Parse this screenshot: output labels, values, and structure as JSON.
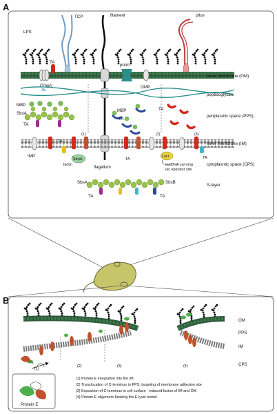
{
  "panel_a": {
    "letter": "A",
    "labels": {
      "lps": "LPS",
      "tcp": "TCP",
      "filament": "filament",
      "pilus": "pilus",
      "porin": "porin",
      "ompa": "OmpA",
      "omp": "OMP",
      "ta_om": "TA",
      "mbp_left": "MBP",
      "sbsa_left": "SbsA",
      "ta_left": "TA",
      "mbp_mid": "MBP",
      "ta_mid": "TA",
      "ta_right": "TA",
      "imp": "IMP",
      "ta_im1": "TA",
      "ta_im2": "TA",
      "ta_im3": "TA",
      "ta_im4": "TA",
      "biotin": "biotin",
      "strpa": "StrpA",
      "flagellum": "flagellum",
      "laci": "LacI",
      "cccdna": "cccDNA carrying",
      "lac_site": "lac operator site",
      "num1": "(1)",
      "num2": "(2)",
      "num3": "(3)",
      "sbsa_bottom": "SbsA",
      "sbsb_bottom": "SbsB",
      "ta_bl": "TA",
      "ta_br": "TA"
    },
    "layers": [
      "outer membrane (OM)",
      "peptidoglycan",
      "periplasmic space (PPS)",
      "inner membrane (IM)",
      "cytoplasmic space (CPS)",
      "S-layer"
    ]
  },
  "panel_b": {
    "letter": "B",
    "layers": [
      "OM",
      "PPS",
      "IM",
      "CPS"
    ],
    "steps": [
      "(1)",
      "(2)",
      "(3)",
      "(4)"
    ],
    "legend": [
      "(1) Protein E integration into the IM",
      "(2) Translocation of C-terminus to PPS, targeting of membrane adhesion site",
      "(3) Exposition of C-terminus to cell surface - induced fusion of IM and OM",
      "(4) Protein E oligomers flanking the E-lysis tunnel"
    ],
    "inset_label": "Protein E"
  },
  "colors": {
    "om_band": "#2e5a3a",
    "lps_bead": "#e0d23a",
    "peptidoglycan": "#2a8f8c",
    "im_bead": "#6b6b6b",
    "ta_red": "#d42a1e",
    "ta_purple": "#9b2c8c",
    "ta_yellow": "#e2c21a",
    "mbp_green": "#7dbb5c",
    "sbs_green": "#99c24c",
    "laci_yellow": "#e8d43a",
    "protein_e_brown": "#c0522e",
    "cell_olive": "#c6c56a"
  }
}
